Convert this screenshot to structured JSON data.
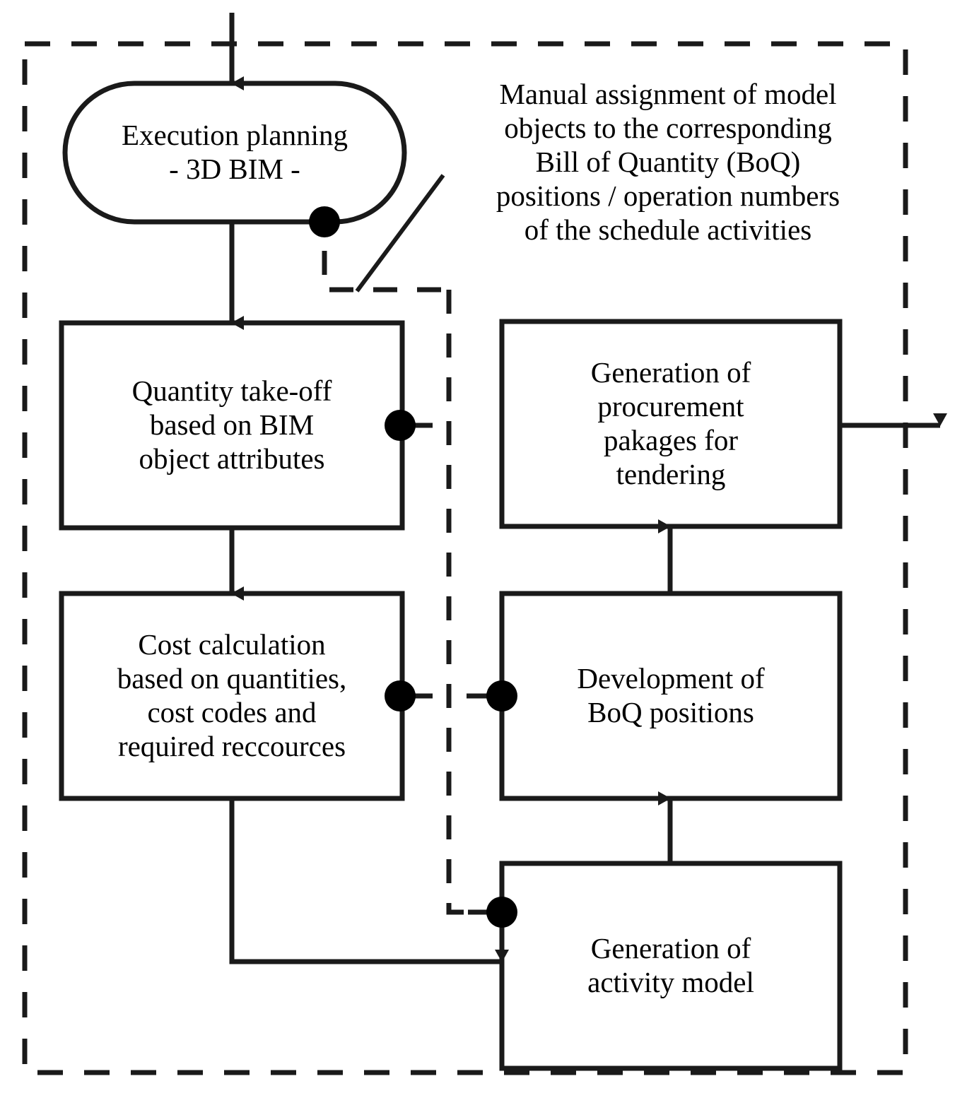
{
  "diagram": {
    "type": "flowchart",
    "title_region": "BIM-based execution planning, quantity take-off, costing and tendering process",
    "colors": {
      "stroke": "#1a1a1a",
      "background": "#ffffff",
      "dot_fill": "#000000"
    },
    "boundary": {
      "name": "process-boundary",
      "style": "dashed"
    },
    "nodes": [
      {
        "id": "execution-planning",
        "shape": "stadium",
        "label": "Execution planning\n- 3D BIM -"
      },
      {
        "id": "quantity-take-off",
        "shape": "rectangle",
        "label": "Quantity take-off\nbased on BIM\nobject attributes"
      },
      {
        "id": "cost-calculation",
        "shape": "rectangle",
        "label": "Cost calculation\nbased on quantities,\ncost codes and\nrequired reccources"
      },
      {
        "id": "procurement-packages",
        "shape": "rectangle",
        "label": "Generation of\nprocurement\npakages for\ntendering"
      },
      {
        "id": "boq-positions",
        "shape": "rectangle",
        "label": "Development of\nBoQ positions"
      },
      {
        "id": "activity-model",
        "shape": "rectangle",
        "label": "Generation of\nactivity model"
      }
    ],
    "annotation": {
      "id": "manual-assignment-note",
      "label": "Manual assignment of model\nobjects to the corresponding\nBill of Quantity (BoQ)\npositions / operation numbers\nof the schedule activities"
    },
    "connectors": [
      {
        "from": "external-input",
        "to": "execution-planning",
        "style": "solid-arrow"
      },
      {
        "from": "execution-planning",
        "to": "quantity-take-off",
        "style": "solid-arrow"
      },
      {
        "from": "quantity-take-off",
        "to": "cost-calculation",
        "style": "solid-arrow"
      },
      {
        "from": "cost-calculation",
        "to": "activity-model",
        "style": "solid-arrow"
      },
      {
        "from": "activity-model",
        "to": "boq-positions",
        "style": "solid-arrow"
      },
      {
        "from": "boq-positions",
        "to": "procurement-packages",
        "style": "solid-arrow"
      },
      {
        "from": "procurement-packages",
        "to": "external-output",
        "style": "solid-arrow"
      },
      {
        "from": "execution-planning",
        "to": "manual-assignment-note",
        "style": "dashed-link"
      },
      {
        "from": "quantity-take-off",
        "to": "manual-assignment-note",
        "style": "dashed-link"
      },
      {
        "from": "cost-calculation",
        "to": "manual-assignment-note",
        "style": "dashed-link"
      },
      {
        "from": "boq-positions",
        "to": "manual-assignment-note",
        "style": "dashed-link"
      },
      {
        "from": "activity-model",
        "to": "manual-assignment-note",
        "style": "dashed-link"
      }
    ]
  }
}
